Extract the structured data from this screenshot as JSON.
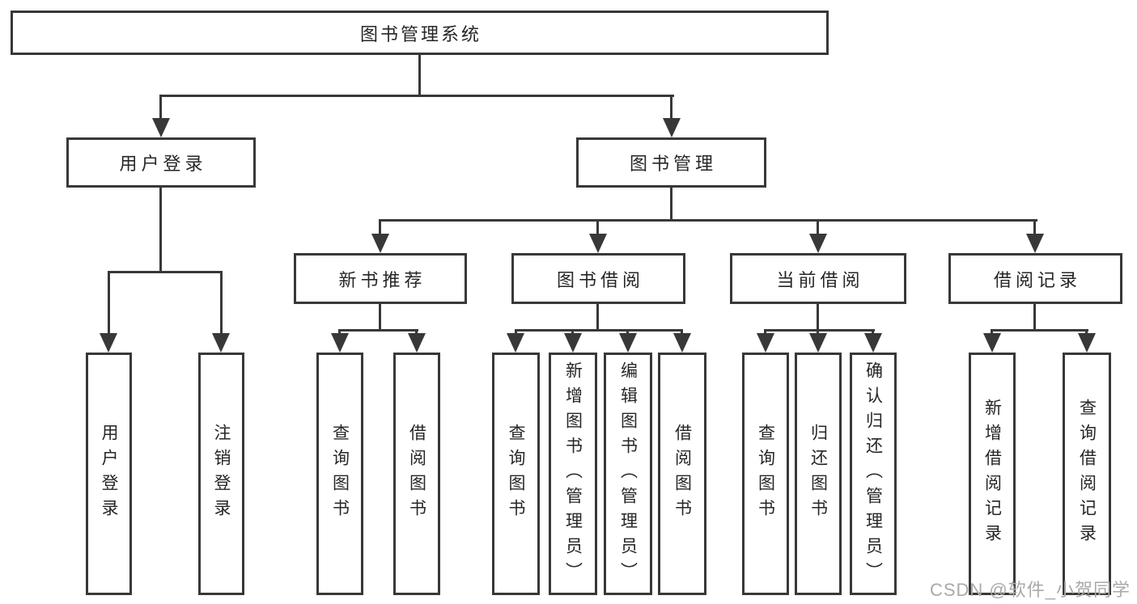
{
  "diagram": {
    "root": "图书管理系统",
    "level2": [
      "用户登录",
      "图书管理"
    ],
    "level3": [
      "新书推荐",
      "图书借阅",
      "当前借阅",
      "借阅记录"
    ],
    "leaves_user": [
      "用户登录",
      "注销登录"
    ],
    "leaves_newbook": [
      "查询图书",
      "借阅图书"
    ],
    "leaves_borrow": [
      "查询图书",
      "新增图书（管理员）",
      "编辑图书（管理员）",
      "借阅图书"
    ],
    "leaves_current": [
      "查询图书",
      "归还图书",
      "确认归还（管理员）"
    ],
    "leaves_records": [
      "新增借阅记录",
      "查询借阅记录"
    ]
  },
  "watermark": "CSDN @软件_小贺同学",
  "colors": {
    "line": "#383838",
    "text": "#262626",
    "watermark": "#a9a9a9",
    "background": "#ffffff"
  }
}
